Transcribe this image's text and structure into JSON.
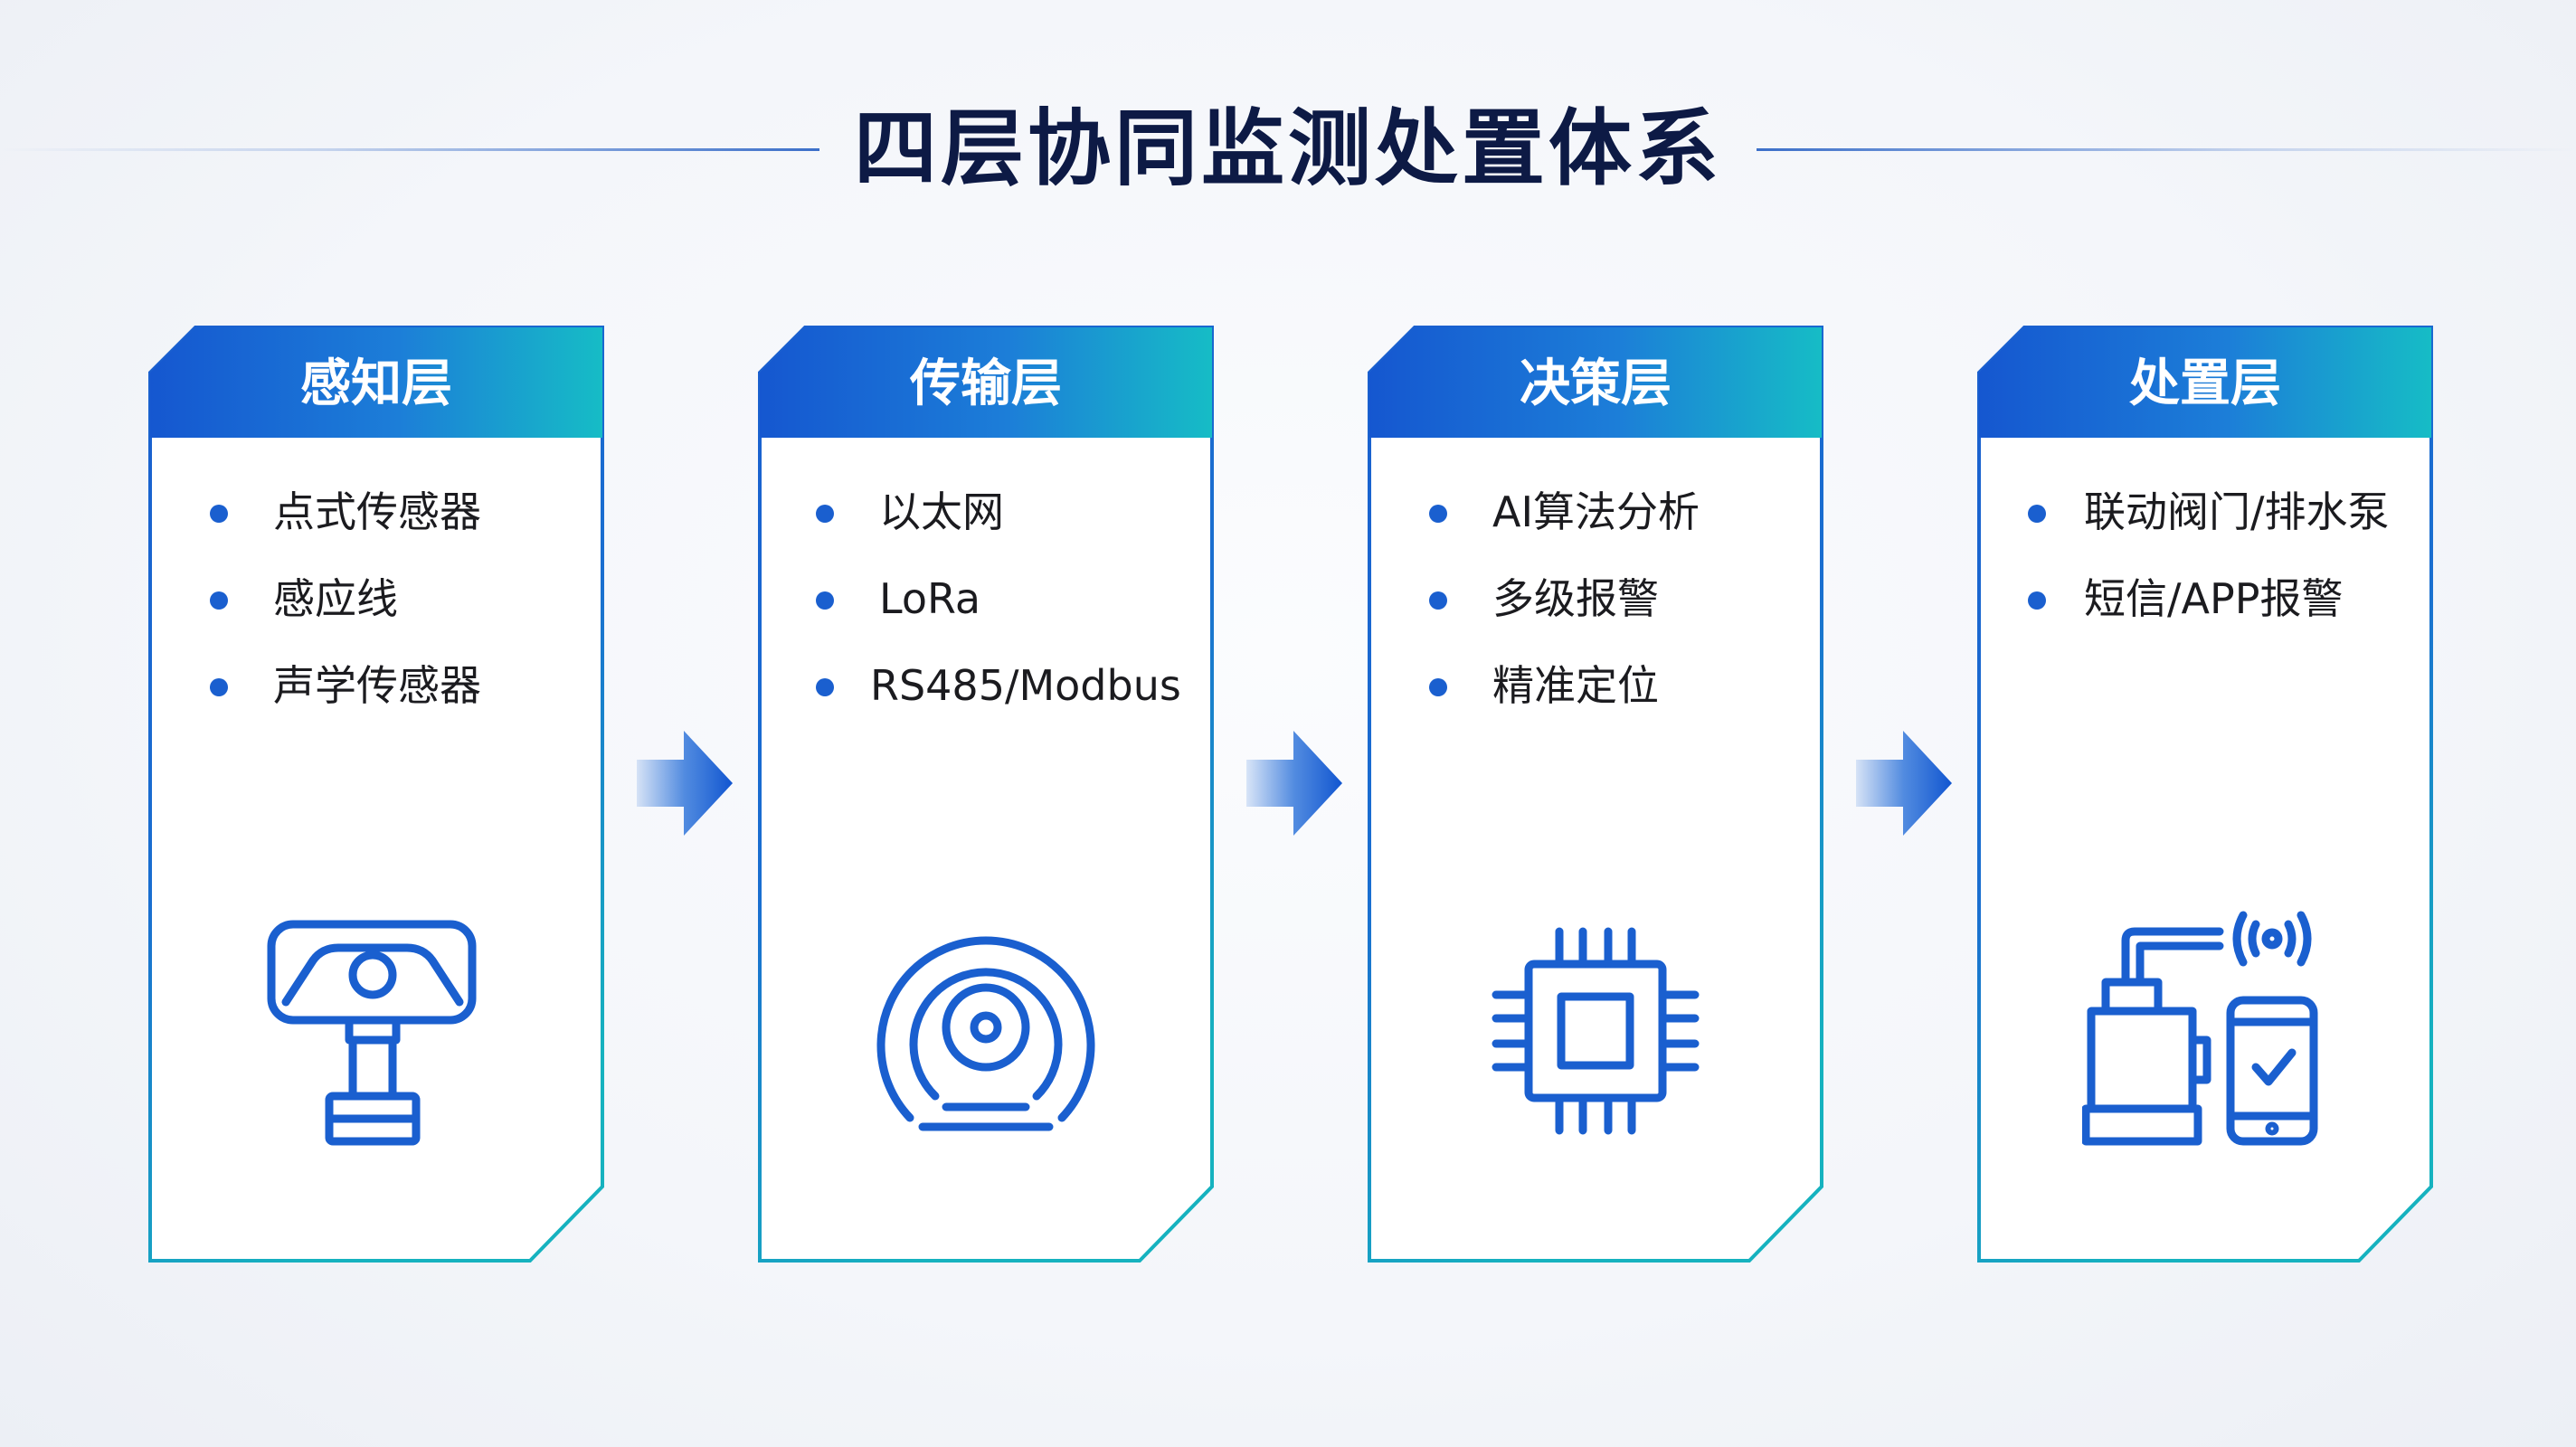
{
  "title": "四层协同监测处置体系",
  "colors": {
    "accent_blue": "#1a5fcf",
    "accent_teal": "#14b8c8",
    "title_text": "#0d1a45"
  },
  "layers": [
    {
      "title": "感知层",
      "items": [
        "点式传感器",
        "感应线",
        "声学传感器"
      ],
      "icon": "sensor-device-icon"
    },
    {
      "title": "传输层",
      "items": [
        "以太网",
        "LoRa",
        "RS485/Modbus"
      ],
      "icon": "wireless-signal-icon"
    },
    {
      "title": "决策层",
      "items": [
        "AI算法分析",
        "多级报警",
        "精准定位"
      ],
      "icon": "processor-chip-icon"
    },
    {
      "title": "处置层",
      "items": [
        "联动阀门/排水泵",
        "短信/APP报警"
      ],
      "icon": "pump-and-phone-icon"
    }
  ]
}
